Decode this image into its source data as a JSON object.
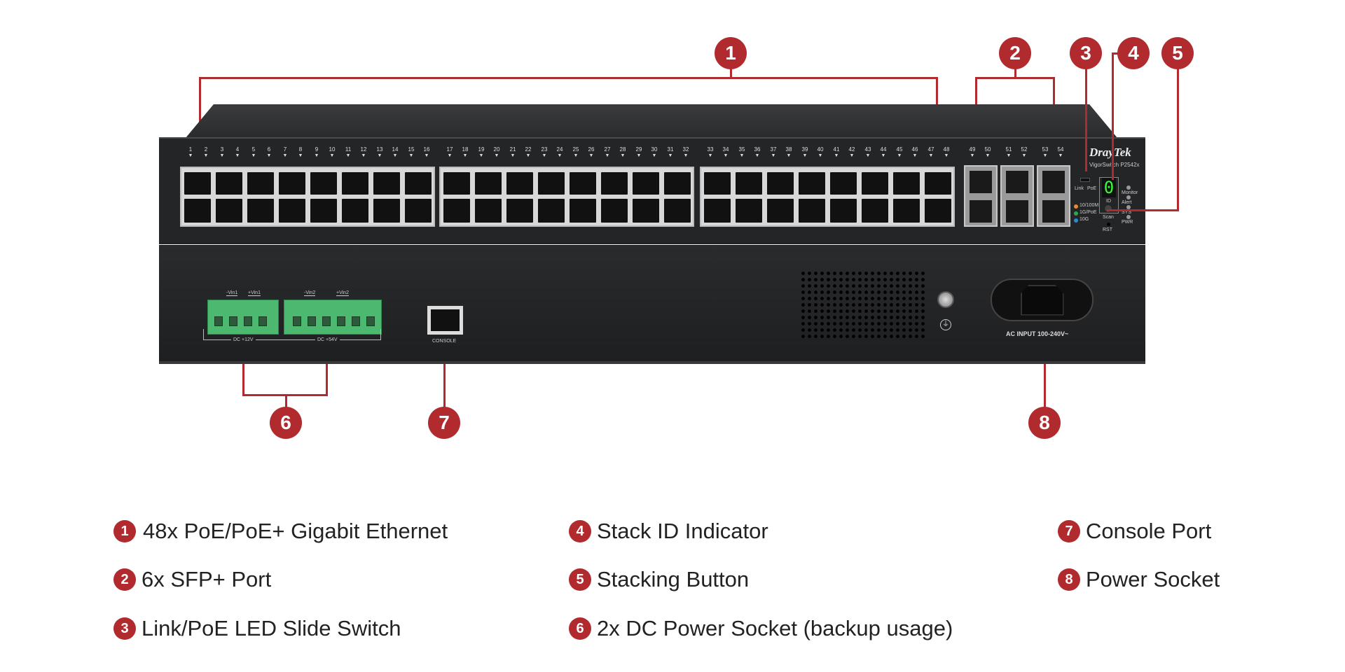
{
  "callouts": [
    "1",
    "2",
    "3",
    "4",
    "5",
    "6",
    "7",
    "8"
  ],
  "front": {
    "port_numbers": [
      "1",
      "2",
      "3",
      "4",
      "5",
      "6",
      "7",
      "8",
      "9",
      "10",
      "11",
      "12",
      "13",
      "14",
      "15",
      "16",
      "17",
      "18",
      "19",
      "20",
      "21",
      "22",
      "23",
      "24",
      "25",
      "26",
      "27",
      "28",
      "29",
      "30",
      "31",
      "32",
      "33",
      "34",
      "35",
      "36",
      "37",
      "38",
      "39",
      "40",
      "41",
      "42",
      "43",
      "44",
      "45",
      "46",
      "47",
      "48"
    ],
    "sfp_numbers": [
      "49",
      "50",
      "51",
      "52",
      "53",
      "54"
    ],
    "brand": "DrayTek",
    "model": "VigorSwitch P2542x",
    "led_switch_labels": [
      "Link",
      "PoE"
    ],
    "speed_legend": [
      {
        "label": "10/100M",
        "color": "#e88a2a"
      },
      {
        "label": "1G/PoE",
        "color": "#2aa84a"
      },
      {
        "label": "10G",
        "color": "#2a8ad8"
      }
    ],
    "stack_id_digit": "0",
    "stack_id_label": "ID",
    "scan_label": "Scan",
    "rst_label": "RST",
    "status_leds": [
      "Monitor",
      "Alert",
      "SYS",
      "PWR"
    ]
  },
  "rear": {
    "vin1_labels": [
      "-Vin1",
      "+Vin1"
    ],
    "vin2_labels": [
      "-Vin2",
      "+Vin2"
    ],
    "dc1_label": "DC +12V",
    "dc2_label": "DC +54V",
    "console_label": "CONSOLE",
    "ac_label": "AC INPUT 100-240V~",
    "ground_icon": "ground-icon"
  },
  "legend": [
    {
      "num": "1",
      "text": "48x PoE/PoE+ Gigabit Ethernet"
    },
    {
      "num": "2",
      "text": "6x SFP+ Port"
    },
    {
      "num": "3",
      "text": "Link/PoE LED Slide Switch"
    },
    {
      "num": "4",
      "text": "Stack ID Indicator"
    },
    {
      "num": "5",
      "text": "Stacking Button"
    },
    {
      "num": "6",
      "text": "2x DC Power Socket (backup usage)"
    },
    {
      "num": "7",
      "text": "Console Port"
    },
    {
      "num": "8",
      "text": "Power Socket"
    }
  ],
  "colors": {
    "accent": "#b02a2e",
    "chassis": "#242527",
    "terminal": "#4db870"
  }
}
